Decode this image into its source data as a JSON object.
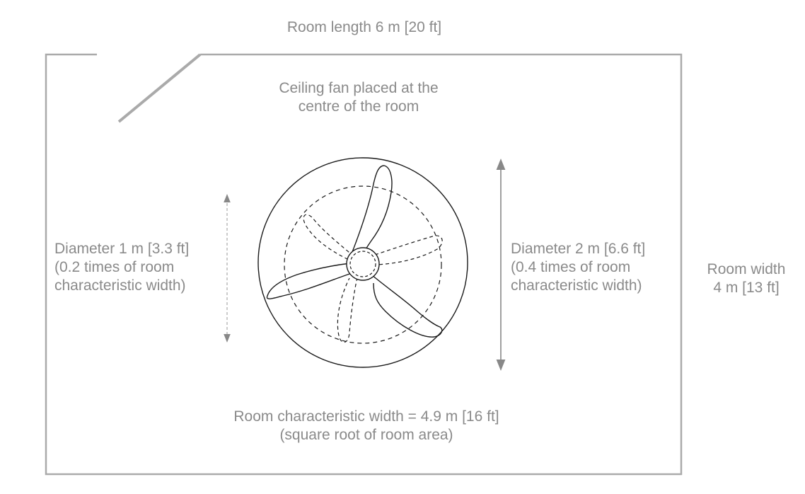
{
  "labels": {
    "room_length": "Room length 6 m [20 ft]",
    "fan_placement": [
      "Ceiling fan placed at the",
      "centre of the room"
    ],
    "diameter_small": [
      "Diameter 1 m [3.3 ft]",
      "(0.2 times of room",
      "characteristic width)"
    ],
    "diameter_large": [
      "Diameter 2 m [6.6 ft]",
      "(0.4 times of room",
      "characteristic width)"
    ],
    "room_width": [
      "Room width",
      "4 m [13 ft]"
    ],
    "characteristic_width": [
      "Room characteristic width = 4.9 m [16 ft]",
      "(square root of room area)"
    ]
  },
  "colors": {
    "wall": "#aaaaaa",
    "text": "#8a8a8a",
    "fan_line": "#1a1a1a",
    "arrow": "#888888"
  }
}
